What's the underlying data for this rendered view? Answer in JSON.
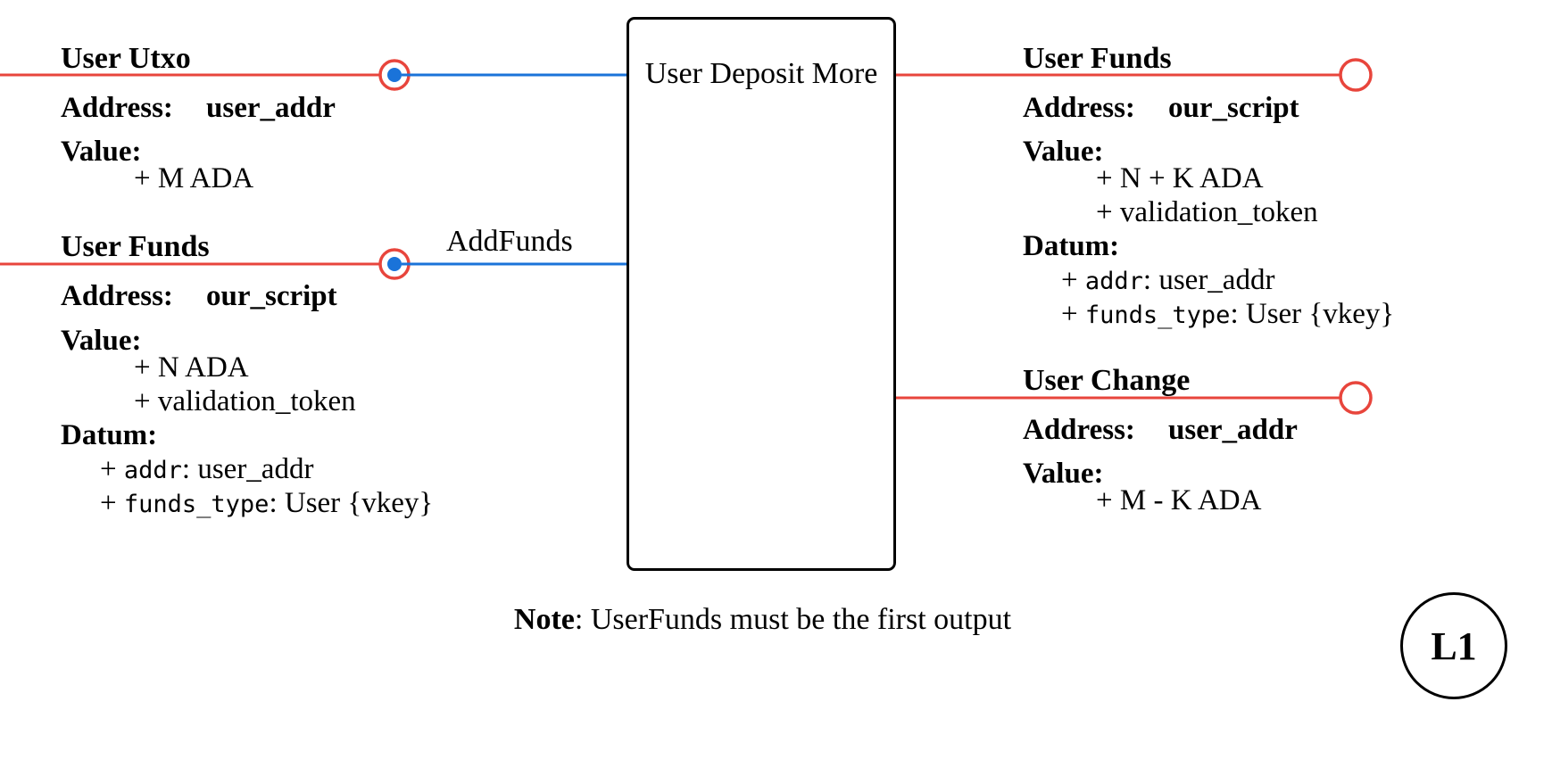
{
  "colors": {
    "utxo_wire": "#e8453c",
    "consumed_wire": "#1a73d9",
    "box_border": "#000000"
  },
  "transaction": {
    "name": "User Deposit More",
    "redeemer": "AddFunds"
  },
  "inputs": [
    {
      "title": "User Utxo",
      "address_label": "Address:",
      "address": "user_addr",
      "value_label": "Value:",
      "values": [
        "+ M ADA"
      ]
    },
    {
      "title": "User Funds",
      "address_label": "Address:",
      "address": "our_script",
      "value_label": "Value:",
      "values": [
        "+ N ADA",
        "+ validation_token"
      ],
      "datum_label": "Datum:",
      "datum": [
        {
          "prefix": "+ ",
          "key": "addr",
          "value": ": user_addr"
        },
        {
          "prefix": "+ ",
          "key": "funds_type",
          "value": ": User {vkey}"
        }
      ]
    }
  ],
  "outputs": [
    {
      "title": "User Funds",
      "address_label": "Address:",
      "address": "our_script",
      "value_label": "Value:",
      "values": [
        "+ N + K ADA",
        "+ validation_token"
      ],
      "datum_label": "Datum:",
      "datum": [
        {
          "prefix": "+ ",
          "key": "addr",
          "value": ": user_addr"
        },
        {
          "prefix": "+ ",
          "key": "funds_type",
          "value": ": User {vkey}"
        }
      ]
    },
    {
      "title": "User Change",
      "address_label": "Address:",
      "address": "user_addr",
      "value_label": "Value:",
      "values": [
        "+ M - K ADA"
      ]
    }
  ],
  "note": {
    "label": "Note",
    "text": ": UserFunds must be the first output"
  },
  "badge": "L1"
}
